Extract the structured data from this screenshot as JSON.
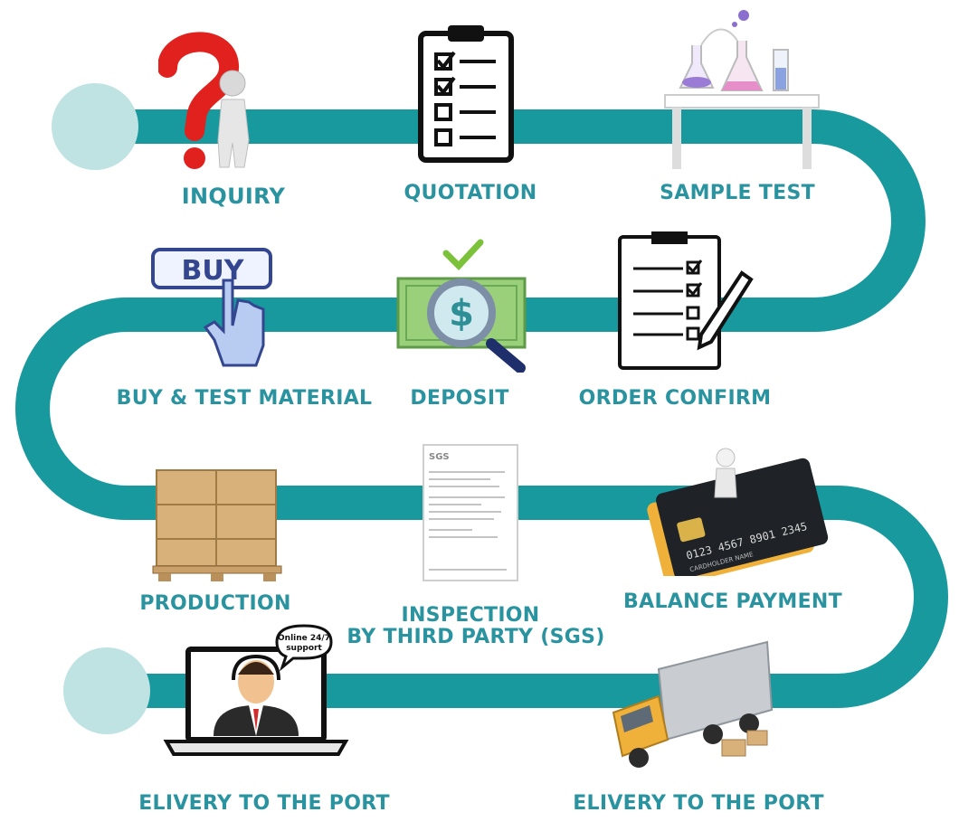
{
  "colors": {
    "track": "#17999e",
    "label": "#2a93a0",
    "end_circle": "#bfe3e3"
  },
  "steps": [
    {
      "label": "INQUIRY",
      "icon": "question-person-icon"
    },
    {
      "label": "QUOTATION",
      "icon": "clipboard-checklist-icon"
    },
    {
      "label": "SAMPLE TEST",
      "icon": "lab-flasks-icon"
    },
    {
      "label": "BUY & TEST MATERIAL",
      "icon": "buy-button-hand-icon"
    },
    {
      "label": "DEPOSIT",
      "icon": "money-magnifier-icon"
    },
    {
      "label": "ORDER CONFIRM",
      "icon": "order-form-pencil-icon"
    },
    {
      "label": "PRODUCTION",
      "icon": "pallet-boxes-icon"
    },
    {
      "label_line1": "INSPECTION",
      "label_line2": "BY THIRD PARTY (SGS)",
      "icon": "sgs-report-icon",
      "doc_header": "SGS"
    },
    {
      "label": "BALANCE PAYMENT",
      "icon": "credit-cards-icon",
      "card_number": "0123 4567 8901 2345",
      "card_holder": "CARDHOLDER NAME"
    },
    {
      "label": "ELIVERY TO THE PORT",
      "icon": "laptop-support-icon",
      "bubble_line1": "Online 24/7",
      "bubble_line2": "support"
    },
    {
      "label": "ELIVERY TO THE PORT",
      "icon": "delivery-truck-icon"
    }
  ]
}
